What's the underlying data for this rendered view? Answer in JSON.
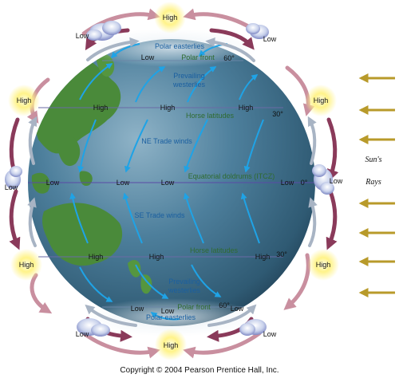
{
  "pressure": {
    "high": "High",
    "low": "Low"
  },
  "zones": {
    "polar_easterlies": "Polar easterlies",
    "polar_front": "Polar front",
    "prevailing_westerlies": "Prevailing westerlies",
    "horse_latitudes": "Horse latitudes",
    "ne_trade_winds": "NE Trade winds",
    "equatorial_doldrums": "Equatorial doldrums (ITCZ)",
    "se_trade_winds": "SE Trade winds"
  },
  "latitudes": {
    "lat60": "60°",
    "lat30": "30°",
    "lat0": "0°"
  },
  "sun": {
    "line1": "Sun's",
    "line2": "Rays"
  },
  "copyright": "Copyright © 2004 Pearson Prentice Hall, Inc.",
  "colors": {
    "ocean": "#3f6f8a",
    "land": "#4a8a3a",
    "wind_arrow": "#1fa3e6",
    "cell_pink": "#c98f9f",
    "cell_maroon": "#8a3a5a",
    "cell_grey": "#a8b4c4",
    "sun_arrow": "#b89a2a",
    "high_glow": "#fff06a"
  }
}
